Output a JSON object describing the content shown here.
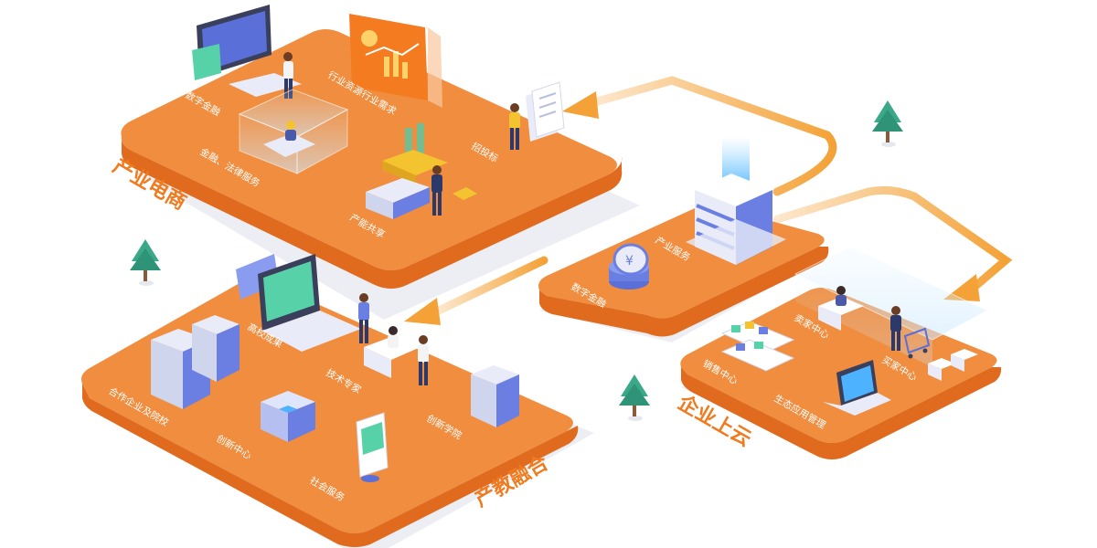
{
  "platforms": {
    "ecommerce": {
      "title": "产业电商",
      "labels": [
        "数字金融",
        "行业资源行业需求",
        "金融、法律服务",
        "招投标",
        "产能共享"
      ]
    },
    "industry": {
      "labels": [
        "产业服务",
        "数字金融"
      ]
    },
    "education": {
      "title": "产教融合",
      "labels": [
        "高校成果",
        "技术专家",
        "合作企业及院校",
        "创新中心",
        "创新学院",
        "社会服务"
      ]
    },
    "cloud": {
      "title": "企业上云",
      "labels": [
        "卖家中心",
        "买家中心",
        "销售中心",
        "生态应用管理"
      ]
    }
  },
  "colors": {
    "platform_top": "#f08d3f",
    "platform_side": "#e06a1e",
    "platform_shadow": "#e6e8ef",
    "arrow": "#f4a237",
    "title_text": "#f07a1e",
    "building": "#6b7fe3",
    "tree": "#3aa889"
  },
  "icons": [
    "monitor-icon",
    "chart-board-icon",
    "document-stack-icon",
    "gold-bar-icon",
    "server-tower-icon",
    "coin-stack-icon",
    "laptop-icon",
    "cube-icon",
    "shelf-icon",
    "shopping-cart-icon",
    "tree-icon"
  ]
}
